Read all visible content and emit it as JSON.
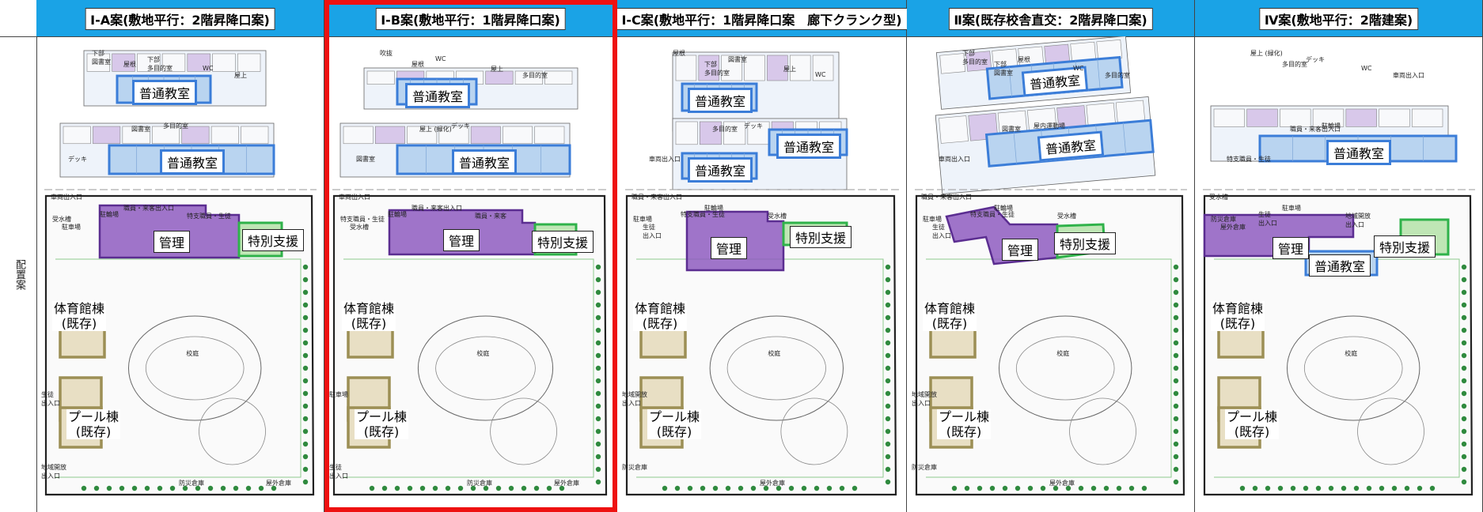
{
  "side": {
    "label": "配置案"
  },
  "columns": [
    {
      "title": "Ⅰ-A案(敷地平行：2階昇降口案)",
      "floor_labels": [
        "普通教室",
        "普通教室"
      ],
      "site_labels": {
        "admin": "管理",
        "special": "特別支援",
        "gym": "体育館棟\n(既存)",
        "pool": "プール棟\n(既存)",
        "yard": "校庭"
      },
      "small": [
        "下部\n図書室",
        "屋根",
        "下部\n多目的室",
        "WC",
        "屋上",
        "図書室",
        "多目的室",
        "デッキ",
        "車両出入口",
        "職員・来客出入口",
        "駐輪場",
        "特支職員・生徒",
        "受水槽",
        "駐車場",
        "生徒\n出入口",
        "地域開放\n出入口",
        "防災倉庫",
        "屋外倉庫"
      ]
    },
    {
      "title": "Ⅰ-B案(敷地平行：1階昇降口案)",
      "floor_labels": [
        "普通教室",
        "普通教室"
      ],
      "site_labels": {
        "admin": "管理",
        "special": "特別支援",
        "gym": "体育館棟\n(既存)",
        "pool": "プール棟\n(既存)",
        "yard": "校庭"
      },
      "small": [
        "吹抜",
        "屋根",
        "WC",
        "屋上",
        "多目的室",
        "屋上 (緑化)",
        "デッキ",
        "図書室",
        "車両出入口",
        "職員・来客出入口",
        "駐輪場",
        "職員・来客",
        "特支職員・生徒",
        "受水槽",
        "駐車場",
        "生徒\n出入口",
        "防災倉庫",
        "屋外倉庫"
      ]
    },
    {
      "title": "Ⅰ-C案(敷地平行：1階昇降口案　廊下クランク型)",
      "floor_labels": [
        "普通教室",
        "普通教室",
        "普通教室"
      ],
      "site_labels": {
        "admin": "管理",
        "special": "特別支援",
        "gym": "体育館棟\n(既存)",
        "pool": "プール棟\n(既存)",
        "yard": "校庭"
      },
      "small": [
        "屋根",
        "下部\n多目的室",
        "図書室",
        "屋上",
        "WC",
        "多目的室",
        "デッキ",
        "車両出入口",
        "職員・来客出入口",
        "駐輪場",
        "特支職員・生徒",
        "受水槽",
        "駐車場",
        "生徒\n出入口",
        "地域開放\n出入口",
        "防災倉庫",
        "屋外倉庫"
      ]
    },
    {
      "title": "Ⅱ案(既存校舎直交：2階昇降口案)",
      "floor_labels": [
        "普通教室",
        "普通教室"
      ],
      "site_labels": {
        "admin": "管理",
        "special": "特別支援",
        "gym": "体育館棟\n(既存)",
        "pool": "プール棟\n(既存)",
        "yard": "校庭"
      },
      "small": [
        "下部\n多目的室",
        "下部\n図書室",
        "屋根",
        "WC",
        "多目的室",
        "図書室",
        "屋内運動場",
        "車両出入口",
        "職員・来客出入口",
        "駐輪場",
        "特支職員・生徒",
        "受水槽",
        "駐車場",
        "生徒\n出入口",
        "地域開放\n出入口",
        "防災倉庫",
        "屋外倉庫"
      ]
    },
    {
      "title": "Ⅳ案(敷地平行：2階建案)",
      "floor_labels": [
        "普通教室"
      ],
      "site_labels": {
        "admin": "管理",
        "special": "特別支援",
        "classroom": "普通教室",
        "gym": "体育館棟\n(既存)",
        "pool": "プール棟\n(既存)",
        "yard": "校庭"
      },
      "small": [
        "屋上 (緑化)",
        "多目的室",
        "デッキ",
        "WC",
        "車両出入口",
        "職員・来客出入口",
        "駐輪場",
        "特支職員・生徒",
        "受水槽",
        "駐車場",
        "生徒\n出入口",
        "地域開放\n出入口",
        "防災倉庫",
        "屋外倉庫"
      ]
    }
  ],
  "colors": {
    "header_blue": "#1aa3e6",
    "selection_red": "#ee1111",
    "admin_purple": "#8e5cc0",
    "special_green": "#2fb24a",
    "classroom_blue": "#3b7dd8",
    "existing_olive": "#9c8f55",
    "tree_green": "#2f8a3e"
  }
}
